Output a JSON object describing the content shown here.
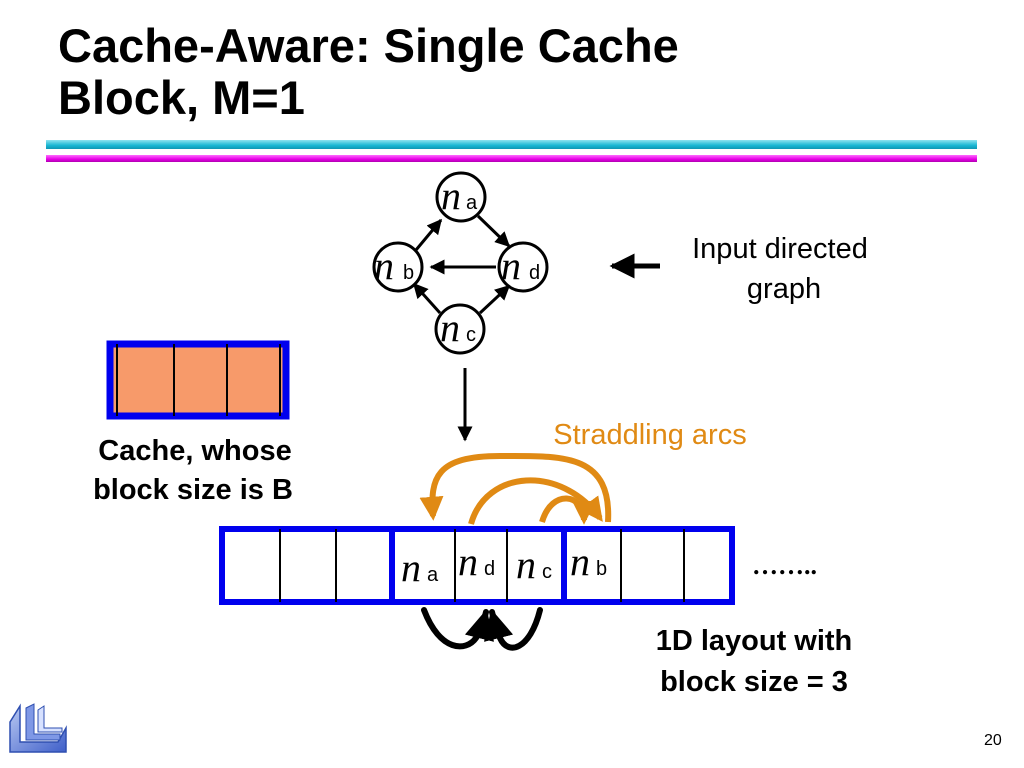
{
  "slide": {
    "title_line1": "Cache-Aware: Single Cache",
    "title_line2": "Block, M=1",
    "page_number": "20"
  },
  "graph": {
    "nodes": [
      {
        "id": "a",
        "symbol": "n",
        "sub": "a"
      },
      {
        "id": "b",
        "symbol": "n",
        "sub": "b"
      },
      {
        "id": "c",
        "symbol": "n",
        "sub": "c"
      },
      {
        "id": "d",
        "symbol": "n",
        "sub": "d"
      }
    ],
    "edges": [
      {
        "from": "a",
        "to": "d"
      },
      {
        "from": "b",
        "to": "a"
      },
      {
        "from": "d",
        "to": "b"
      },
      {
        "from": "c",
        "to": "b"
      },
      {
        "from": "c",
        "to": "d"
      }
    ],
    "caption_line1": "Input directed",
    "caption_line2": "graph"
  },
  "cache": {
    "caption_line1": "Cache, whose",
    "caption_line2": "block size is B",
    "fill_color": "#f79a6a",
    "border_color": "#0000ee"
  },
  "layout": {
    "ellipsis": "……..",
    "caption_line1": "1D layout with",
    "caption_line2": "block size = 3",
    "straddling_label": "Straddling arcs",
    "straddling_color": "#e08a14",
    "cell_nodes": [
      {
        "symbol": "n",
        "sub": "a"
      },
      {
        "symbol": "n",
        "sub": "d"
      },
      {
        "symbol": "n",
        "sub": "c"
      },
      {
        "symbol": "n",
        "sub": "b"
      }
    ]
  }
}
